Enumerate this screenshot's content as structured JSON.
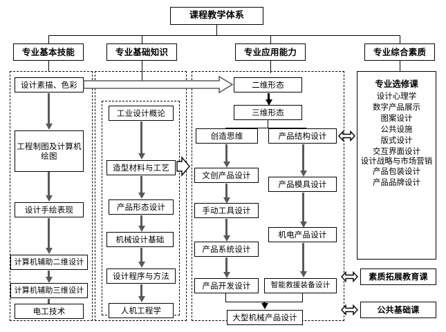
{
  "diagram": {
    "title": "课程教学体系",
    "headers": [
      {
        "label": "专业基本技能"
      },
      {
        "label": "专业基础知识"
      },
      {
        "label": "专业应用能力"
      },
      {
        "label": "专业综合素质"
      }
    ],
    "column1": {
      "nodes": [
        {
          "label": "设计素描、色彩"
        },
        {
          "label": "工程制图及计算机绘图"
        },
        {
          "label": "设计手绘表现"
        },
        {
          "label": "计算机辅助二维设计"
        },
        {
          "label": "计算机辅助三维设计"
        },
        {
          "label": "电工技术"
        }
      ]
    },
    "column2": {
      "nodes": [
        {
          "label": "工业设计概论"
        },
        {
          "label": "造型材料与工艺"
        },
        {
          "label": "产品形态设计"
        },
        {
          "label": "机械设计基础"
        },
        {
          "label": "设计程序与方法"
        },
        {
          "label": "人机工程学"
        }
      ]
    },
    "column3": {
      "nodes": [
        {
          "label": "二维形态"
        },
        {
          "label": "三维形态"
        },
        {
          "label": "创造思维"
        },
        {
          "label": "产品结构设计"
        },
        {
          "label": "文创产品设计"
        },
        {
          "label": "产品模具设计"
        },
        {
          "label": "手动工具设计"
        },
        {
          "label": "机电产品设计"
        },
        {
          "label": "产品系统设计"
        },
        {
          "label": "产品开发设计"
        },
        {
          "label": "智能救援装备设计"
        },
        {
          "label": "大型机械产品设计"
        }
      ]
    },
    "column4": {
      "electives": {
        "heading": "专业选修课",
        "items": [
          "设计心理学",
          "数字产品展示",
          "图案设计",
          "公共设施",
          "版式设计",
          "交互界面设计",
          "设计战略与市场营销",
          "产品包装设计",
          "产品品牌设计"
        ]
      },
      "extra": [
        {
          "label": "素质拓展教育课"
        },
        {
          "label": "公共基础课"
        }
      ]
    },
    "colors": {
      "line": "#000000",
      "arrow": "#595959",
      "background": "#ffffff"
    }
  }
}
